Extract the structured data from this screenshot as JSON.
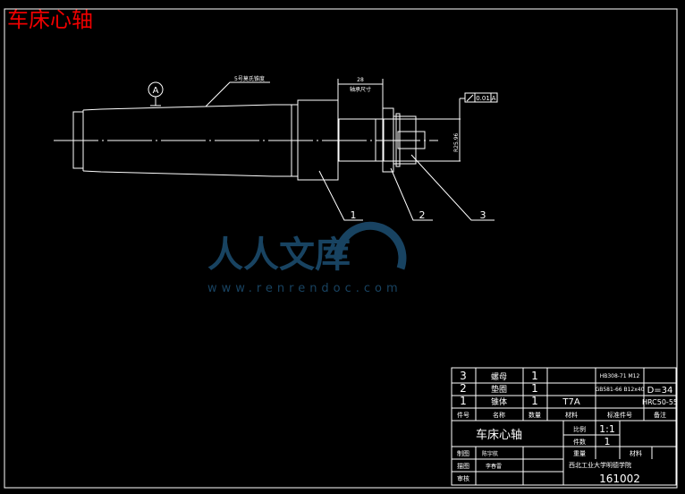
{
  "title": "车床心轴",
  "drawing": {
    "taper_note": "5号莫氏锥度",
    "datum": "A",
    "dim_length": "28",
    "dim_length_note": "轴承尺寸",
    "dim_diameter": "R25.96",
    "tolerance": {
      "value": "0.01",
      "datum": "A"
    },
    "leaders": [
      "1",
      "2",
      "3"
    ]
  },
  "watermark": {
    "text": "人人文库",
    "url": "www.renrendoc.com",
    "color": "#1d4f73"
  },
  "title_block": {
    "parts": [
      {
        "no": "3",
        "name": "螺母",
        "qty": "1",
        "material": "",
        "std": "HB308-71 M12",
        "note": ""
      },
      {
        "no": "2",
        "name": "垫圈",
        "qty": "1",
        "material": "",
        "std": "GB581-66 B12x40",
        "note": "D=34"
      },
      {
        "no": "1",
        "name": "锥体",
        "qty": "1",
        "material": "T7A",
        "std": "",
        "note": "HRC50-55"
      }
    ],
    "headers": [
      "件号",
      "名称",
      "数量",
      "材料",
      "标准件号",
      "备注"
    ],
    "drawing_name": "车床心轴",
    "scale_label": "比例",
    "scale": "1:1",
    "count_label": "件数",
    "count": "1",
    "drawn_label": "制图",
    "drawn_by": "陈宇航",
    "trace_label": "描图",
    "trace_by": "李春雷",
    "check_label": "审核",
    "weight_label": "重量",
    "material_label": "材料",
    "school": "西北工业大学明德学院",
    "drawing_no": "161002"
  }
}
